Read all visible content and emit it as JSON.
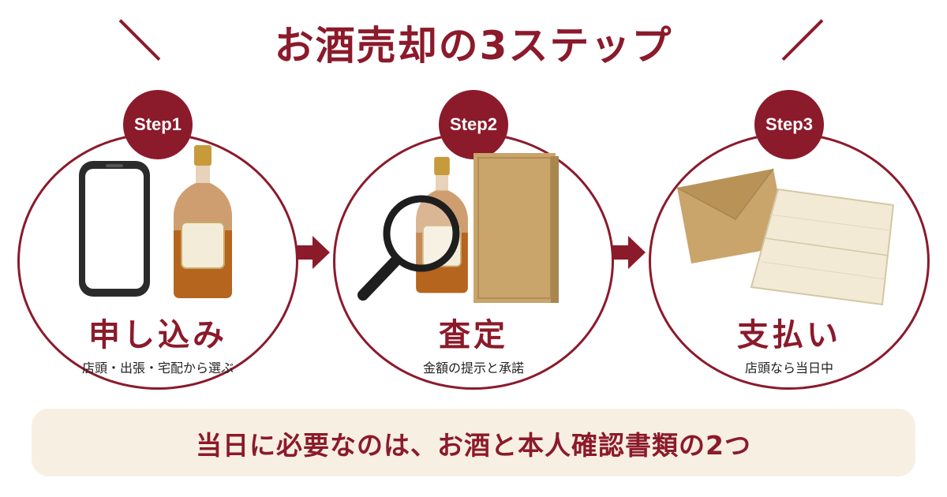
{
  "title": "お酒売却の3ステップ",
  "title_slash_left": "＼",
  "title_slash_right": "／",
  "steps": [
    {
      "badge": "Step1",
      "title": "申し込み",
      "subtitle": "店頭・出張・宅配から選ぶ"
    },
    {
      "badge": "Step2",
      "title": "査定",
      "subtitle": "金額の提示と承諾"
    },
    {
      "badge": "Step3",
      "title": "支払い",
      "subtitle": "店頭なら当日中"
    }
  ],
  "bottom_note": "当日に必要なのは、お酒と本人確認書類の2つ",
  "colors": {
    "accent": "#8b1a2b",
    "note_bg": "#f8efe3",
    "whisky": "#b5651d",
    "kraft": "#c9a46b"
  },
  "icons": [
    "smartphone-icon",
    "whisky-bottle-icon",
    "magnifier-icon",
    "gift-box-icon",
    "envelope-icon",
    "passbook-icon",
    "arrow-right-icon"
  ]
}
